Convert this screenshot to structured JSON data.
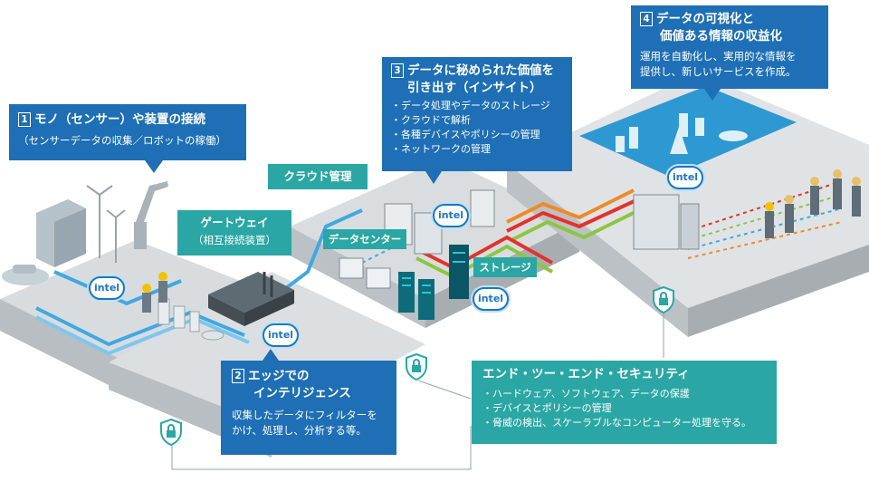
{
  "intel_label": "intel",
  "callouts": {
    "c1": {
      "num": "1",
      "title": "モノ（センサー）や装置の接続",
      "sub": "（センサーデータの収集／ロボットの稼働）"
    },
    "c2": {
      "num": "2",
      "title_line1": "エッジでの",
      "title_line2": "インテリジェンス",
      "body_line1": "収集したデータにフィルターを",
      "body_line2": "かけ、処理し、分析する等。"
    },
    "c3": {
      "num": "3",
      "title_line1": "データに秘められた価値を",
      "title_line2": "引き出す（インサイト）",
      "items": [
        "データ処理やデータのストレージ",
        "クラウドで解析",
        "各種デバイスやポリシーの管理",
        "ネットワークの管理"
      ]
    },
    "c4": {
      "num": "4",
      "title_line1": "データの可視化と",
      "title_line2": "価値ある情報の収益化",
      "body_line1": "運用を自動化し、実用的な情報を",
      "body_line2": "提供し、新しいサービスを作成。"
    },
    "security": {
      "title": "エンド・ツー・エンド・セキュリティ",
      "items": [
        "ハードウェア、ソフトウェア、データの保護",
        "デバイスとポリシーの管理",
        "脅威の検出、スケーラブルなコンピューター処理を守る。"
      ]
    }
  },
  "labels": {
    "cloud": "クラウド管理",
    "gateway": "ゲートウェイ",
    "gateway_sub": "（相互接続装置）",
    "datacenter": "データセンター",
    "storage": "ストレージ"
  },
  "colors": {
    "blue": "#1e6fb5",
    "teal": "#2aa7a4",
    "ground": "#d7dadc",
    "ground_dark": "#a9aeb2",
    "flow_blue": "#3fa9e0",
    "flow_orange": "#f08a24",
    "flow_red": "#e2332a",
    "flow_green": "#8cc63f"
  }
}
